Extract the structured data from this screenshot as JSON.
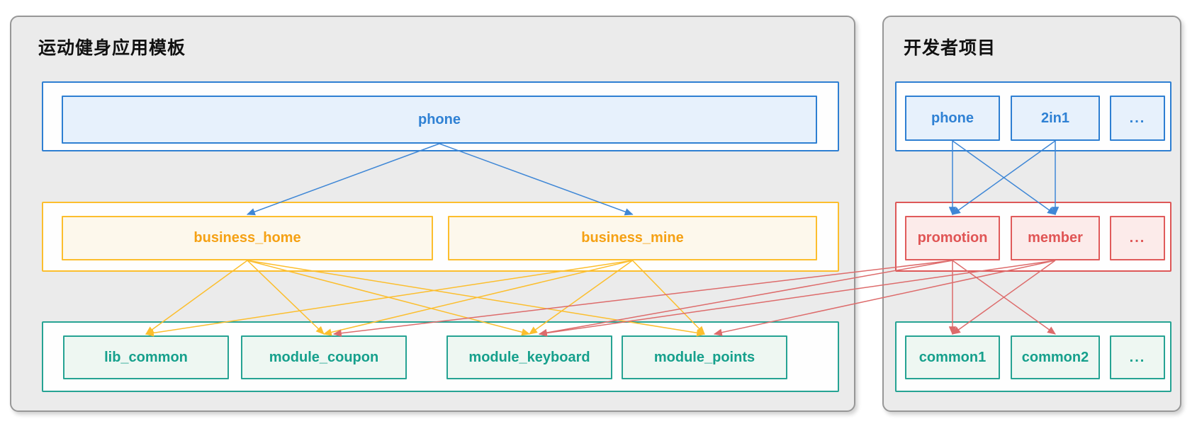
{
  "panels": {
    "template": {
      "title": "运动健身应用模板"
    },
    "developer": {
      "title": "开发者项目"
    }
  },
  "nodes": {
    "phone_template": {
      "label": "phone"
    },
    "business_home": {
      "label": "business_home"
    },
    "business_mine": {
      "label": "business_mine"
    },
    "lib_common": {
      "label": "lib_common"
    },
    "module_coupon": {
      "label": "module_coupon"
    },
    "module_keyboard": {
      "label": "module_keyboard"
    },
    "module_points": {
      "label": "module_points"
    },
    "phone_developer": {
      "label": "phone"
    },
    "twoin1": {
      "label": "2in1"
    },
    "dots_top": {
      "label": "..."
    },
    "promotion": {
      "label": "promotion"
    },
    "member": {
      "label": "member"
    },
    "dots_mid": {
      "label": "..."
    },
    "common1": {
      "label": "common1"
    },
    "common2": {
      "label": "common2"
    },
    "dots_bottom": {
      "label": "..."
    }
  },
  "edges": [
    {
      "from": "phone_template",
      "to": "business_home",
      "group": "blue"
    },
    {
      "from": "phone_template",
      "to": "business_mine",
      "group": "blue"
    },
    {
      "from": "business_home",
      "to": "lib_common",
      "group": "yellow"
    },
    {
      "from": "business_home",
      "to": "module_coupon",
      "group": "yellow"
    },
    {
      "from": "business_home",
      "to": "module_keyboard",
      "group": "yellow"
    },
    {
      "from": "business_home",
      "to": "module_points",
      "group": "yellow"
    },
    {
      "from": "business_mine",
      "to": "lib_common",
      "group": "yellow"
    },
    {
      "from": "business_mine",
      "to": "module_coupon",
      "group": "yellow"
    },
    {
      "from": "business_mine",
      "to": "module_keyboard",
      "group": "yellow"
    },
    {
      "from": "business_mine",
      "to": "module_points",
      "group": "yellow"
    },
    {
      "from": "phone_developer",
      "to": "promotion",
      "group": "blue"
    },
    {
      "from": "phone_developer",
      "to": "member",
      "group": "blue"
    },
    {
      "from": "twoin1",
      "to": "promotion",
      "group": "blue"
    },
    {
      "from": "twoin1",
      "to": "member",
      "group": "blue"
    },
    {
      "from": "promotion",
      "to": "common1",
      "group": "red"
    },
    {
      "from": "promotion",
      "to": "common2",
      "group": "red"
    },
    {
      "from": "member",
      "to": "common1",
      "group": "red"
    },
    {
      "from": "promotion",
      "to": "module_coupon",
      "group": "red",
      "tdx": 14
    },
    {
      "from": "promotion",
      "to": "module_keyboard",
      "group": "red",
      "tdx": 14
    },
    {
      "from": "member",
      "to": "module_keyboard",
      "group": "red",
      "tdx": 14
    },
    {
      "from": "member",
      "to": "module_points",
      "group": "red",
      "tdx": 14
    }
  ],
  "colors": {
    "blue": "#3f87d6",
    "yellow": "#fcbe2d",
    "red": "#dd6b6b",
    "panel_background": "#ebebeb",
    "teal_border": "#26a393",
    "red_border": "#e05b5b",
    "blue_border": "#2e7fd2",
    "yellow_border": "#fcbe2d"
  }
}
